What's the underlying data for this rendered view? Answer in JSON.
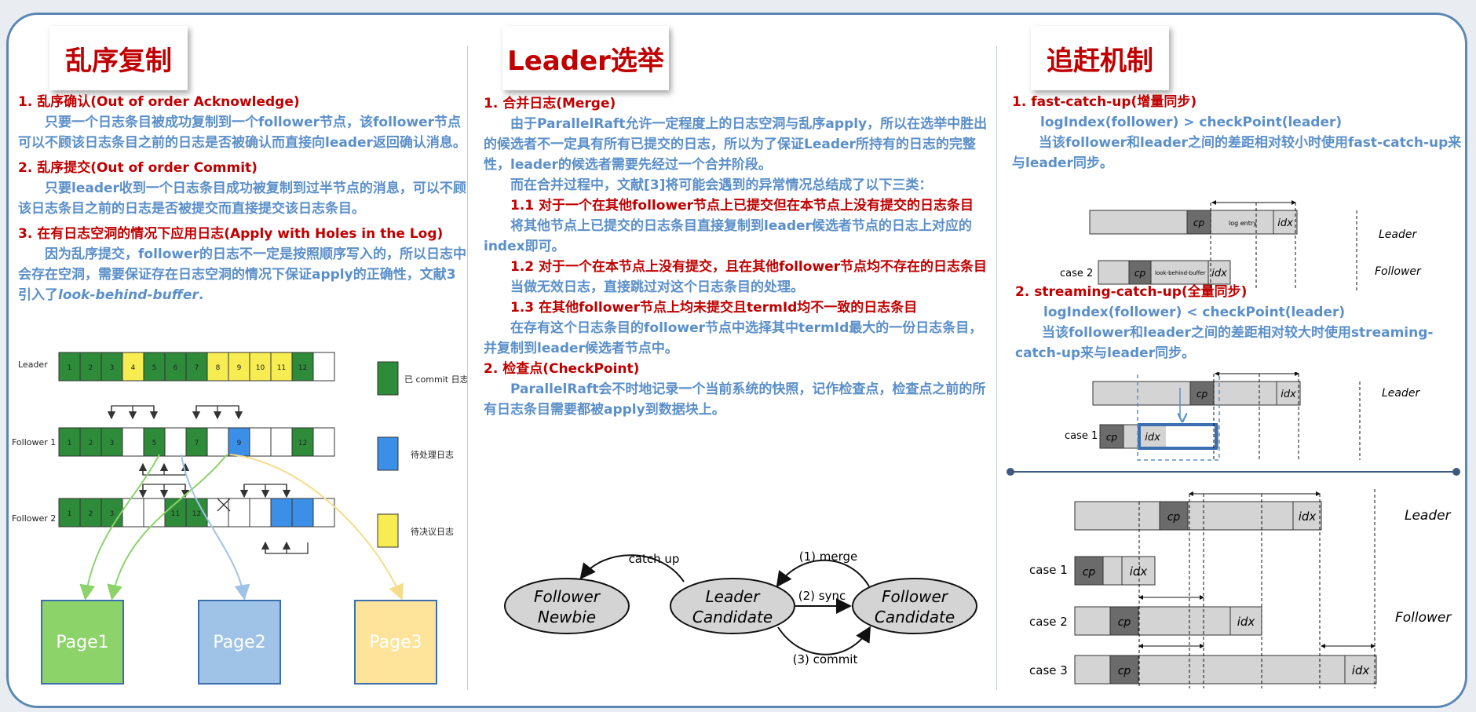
{
  "columns": {
    "left": {
      "title": "乱序复制",
      "s1_heading": "1. 乱序确认(Out of order Acknowledge)",
      "s1_body": "只要一个日志条目被成功复制到一个follower节点，该follower节点可以不顾该日志条目之前的日志是否被确认而直接向leader返回确认消息。",
      "s2_heading": "2. 乱序提交(Out of order Commit)",
      "s2_body": "只要leader收到一个日志条目成功被复制到过半节点的消息，可以不顾该日志条目之前的日志是否被提交而直接提交该日志条目。",
      "s3_heading": "3. 在有日志空洞的情况下应用日志(Apply with Holes in the Log)",
      "s3_body": "因为乱序提交，follower的日志不一定是按照顺序写入的，所以日志中会存在空洞，需要保证存在日志空洞的情况下保证apply的正确性，文献3引入了",
      "s3_body_italic": "look-behind-buffer",
      "s3_body_end": ".",
      "rows": [
        "Leader",
        "Follower 1",
        "Follower 2"
      ],
      "leader_nums": [
        "1",
        "2",
        "3",
        "4",
        "5",
        "6",
        "7",
        "8",
        "9",
        "10",
        "11",
        "12"
      ],
      "f1_nums": [
        "1",
        "2",
        "3",
        "5",
        "7",
        "9",
        "12"
      ],
      "f2_nums": [
        "1",
        "2",
        "3",
        "11",
        "12"
      ],
      "legend": [
        "已 commit 日志",
        "待处理日志",
        "待决议日志"
      ],
      "pages": [
        "Page1",
        "Page2",
        "Page3"
      ],
      "colors": {
        "green": "#2e8b3a",
        "yellow": "#f7ec52",
        "blue": "#3c8fe6"
      }
    },
    "middle": {
      "title": "Leader选举",
      "h1": "1. 合并日志(Merge)",
      "p1": "由于ParallelRaft允许一定程度上的日志空洞与乱序apply，所以在选举中胜出的候选者不一定具有所有已提交的日志，所以为了保证Leader所持有的日志的完整性，leader的候选者需要先经过一个合并阶段。",
      "p2": "而在合并过程中，文献[3]将可能会遇到的异常情况总结成了以下三类：",
      "h11": "1.1 对于一个在其他follower节点上已提交但在本节点上没有提交的日志条目",
      "p11": "将其他节点上已提交的日志条目直接复制到leader候选者节点的日志上对应的index即可。",
      "h12": "1.2 对于一个在本节点上没有提交，且在其他follower节点均不存在的日志条目",
      "p12": "当做无效日志，直接跳过对这个日志条目的处理。",
      "h13": "1.3 在其他follower节点上均未提交且termId均不一致的日志条目",
      "p13": "在存有这个日志条目的follower节点中选择其中termId最大的一份日志条目，并复制到leader候选者节点中。",
      "h2": "2. 检查点(CheckPoint)",
      "p3": "ParallelRaft会不时地记录一个当前系统的快照，记作检查点，检查点之前的所有日志条目需要都被apply到数据块上。",
      "diagram": {
        "n1a": "Follower",
        "n1b": "Newbie",
        "n2a": "Leader",
        "n2b": "Candidate",
        "n3a": "Follower",
        "n3b": "Candidate",
        "catchup": "catch up",
        "merge": "(1) merge",
        "sync": "(2) sync",
        "commit": "(3) commit"
      }
    },
    "right": {
      "title": "追赶机制",
      "h1": "1. fast-catch-up(增量同步)",
      "f1": "logIndex(follower) > checkPoint(leader)",
      "p1": "当该follower和leader之间的差距相对较小时使用fast-catch-up来与leader同步。",
      "h2": "2. streaming-catch-up(全量同步)",
      "f2": "logIndex(follower) < checkPoint(leader)",
      "p2": "当该follower和leader之间的差距相对较大时使用streaming-catch-up来与leader同步。",
      "cp": "cp",
      "idx": "idx",
      "log_entry": "log entry",
      "lbb": "look-behind-buffer",
      "leader": "Leader",
      "follower": "Follower",
      "case1": "case 1",
      "case2": "case 2",
      "case3": "case 3"
    }
  }
}
